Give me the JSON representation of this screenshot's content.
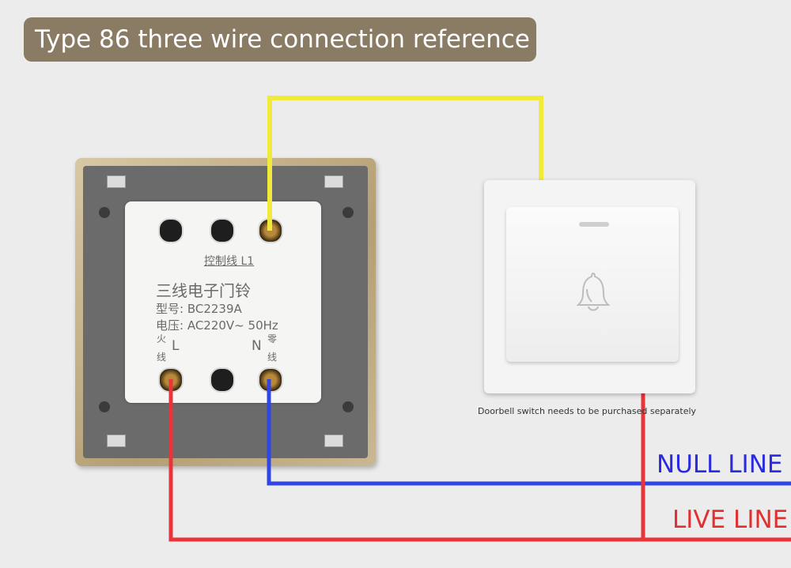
{
  "title": "Type 86 three wire connection reference",
  "module": {
    "control_label": "控制线 L1",
    "name": "三线电子门铃",
    "model": "型号:  BC2239A",
    "voltage": "电压: AC220V~ 50Hz",
    "live_char_top": "火",
    "live_char_bottom": "线",
    "live_letter": "L",
    "neutral_letter": "N",
    "neutral_char_top": "零",
    "neutral_char_bottom": "线"
  },
  "switch_note": "Doorbell switch needs to be purchased separately",
  "labels": {
    "null_line": "NULL LINE",
    "live_line": "LIVE LINE"
  },
  "colors": {
    "control_wire": "#f0ea3c",
    "null_wire": "#2f45e6",
    "live_wire": "#e8353a",
    "title_bg": "#8a7c64"
  },
  "icons": [
    "bell-icon"
  ]
}
